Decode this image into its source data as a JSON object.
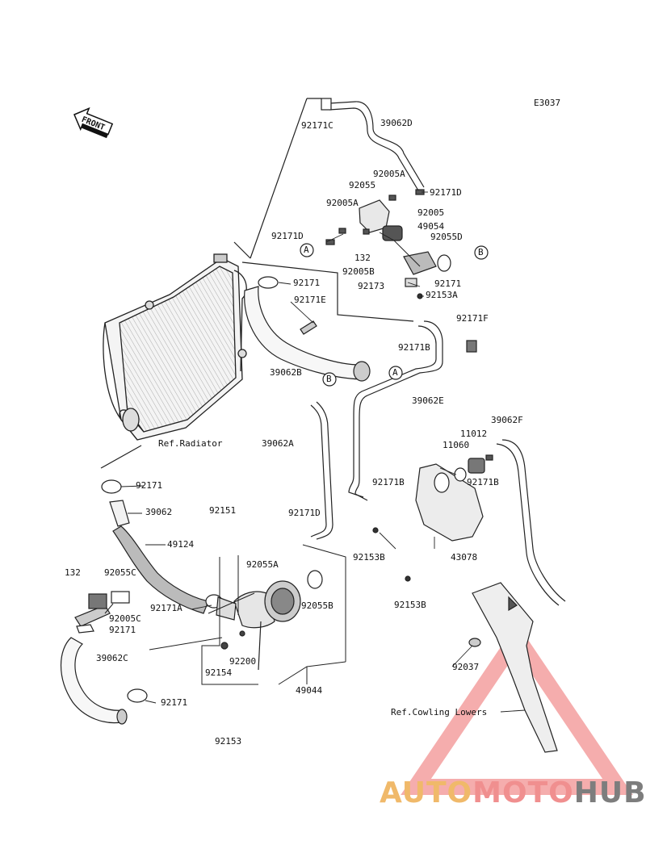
{
  "diagram_code": "E3037",
  "front_label": "FRONT",
  "refs": {
    "radiator": "Ref.Radiator",
    "cowling": "Ref.Cowling Lowers"
  },
  "callouts": {
    "A": "A",
    "B": "B"
  },
  "parts": {
    "p92171C": "92171C",
    "p39062D": "39062D",
    "p92005A_top": "92005A",
    "p92055": "92055",
    "p92171D_top": "92171D",
    "p92005A_mid": "92005A",
    "p92005": "92005",
    "p49054": "49054",
    "p92171D_left": "92171D",
    "p92055D": "92055D",
    "p132_top": "132",
    "p92005B": "92005B",
    "p92171_mid": "92171",
    "p92173": "92173",
    "p92153A": "92153A",
    "p92171_hose": "92171",
    "p92171E": "92171E",
    "p92171F": "92171F",
    "p92171B_top": "92171B",
    "p39062B": "39062B",
    "p39062E": "39062E",
    "p39062F": "39062F",
    "p11012": "11012",
    "p11060": "11060",
    "p39062A": "39062A",
    "p92171B_mid": "92171B",
    "p92171B_tank": "92171B",
    "p92171_lower": "92171",
    "p39062": "39062",
    "p92151": "92151",
    "p92171D_low": "92171D",
    "p49124": "49124",
    "p92153B_a": "92153B",
    "p43078": "43078",
    "p92055A": "92055A",
    "p132_low": "132",
    "p92055C": "92055C",
    "p92171A": "92171A",
    "p92055B": "92055B",
    "p92153B_b": "92153B",
    "p92005C": "92005C",
    "p92171_left": "92171",
    "p39062C": "39062C",
    "p92200": "92200",
    "p92154": "92154",
    "p92037": "92037",
    "p49044": "49044",
    "p92171_bottom": "92171",
    "p92153": "92153"
  },
  "watermark": {
    "part1": "AUTO",
    "part2": "MOTO",
    "part3": "HUB"
  }
}
